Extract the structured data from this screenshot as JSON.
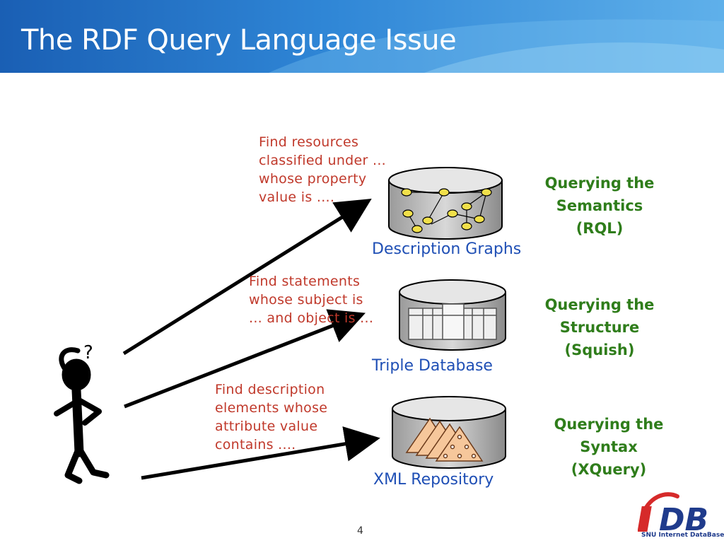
{
  "slide": {
    "title": "The RDF Query Language Issue",
    "page_number": "4"
  },
  "queries": [
    "Find resources\nclassified under ...\nwhose property\nvalue is ....",
    "Find statements\nwhose subject is\n... and object is ...",
    "Find description\nelements whose\nattribute value\ncontains ...."
  ],
  "stores": [
    "Description Graphs",
    "Triple Database",
    "XML Repository"
  ],
  "levels": [
    [
      "Querying the",
      "Semantics",
      "(RQL)"
    ],
    [
      "Querying the",
      "Structure",
      "(Squish)"
    ],
    [
      "Querying the",
      "Syntax",
      "(XQuery)"
    ]
  ],
  "figure": {
    "question_mark": "?"
  },
  "logo": {
    "text": "iDB",
    "caption": "SNU Internet DataBase Lab."
  }
}
